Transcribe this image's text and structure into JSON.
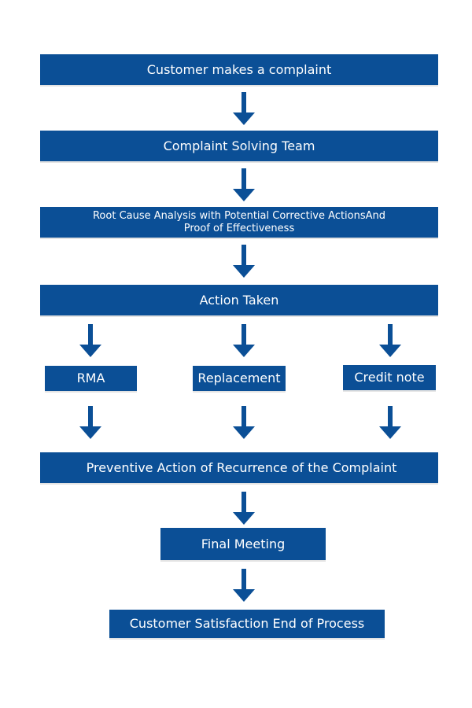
{
  "flowchart": {
    "steps": {
      "complaint": "Customer makes a complaint",
      "team": "Complaint Solving Team",
      "root_cause_line1": "Root Cause Analysis with Potential Corrective ActionsAnd",
      "root_cause_line2": "Proof of Effectiveness",
      "action_taken": "Action Taken",
      "rma": "RMA",
      "replacement": "Replacement",
      "credit_note": "Credit note",
      "preventive": "Preventive Action of Recurrence of the Complaint",
      "final_meeting": "Final Meeting",
      "satisfaction": "Customer Satisfaction End of Process"
    },
    "colors": {
      "box_fill": "#0b4f96",
      "arrow": "#0b4f96",
      "text": "#ffffff"
    }
  }
}
